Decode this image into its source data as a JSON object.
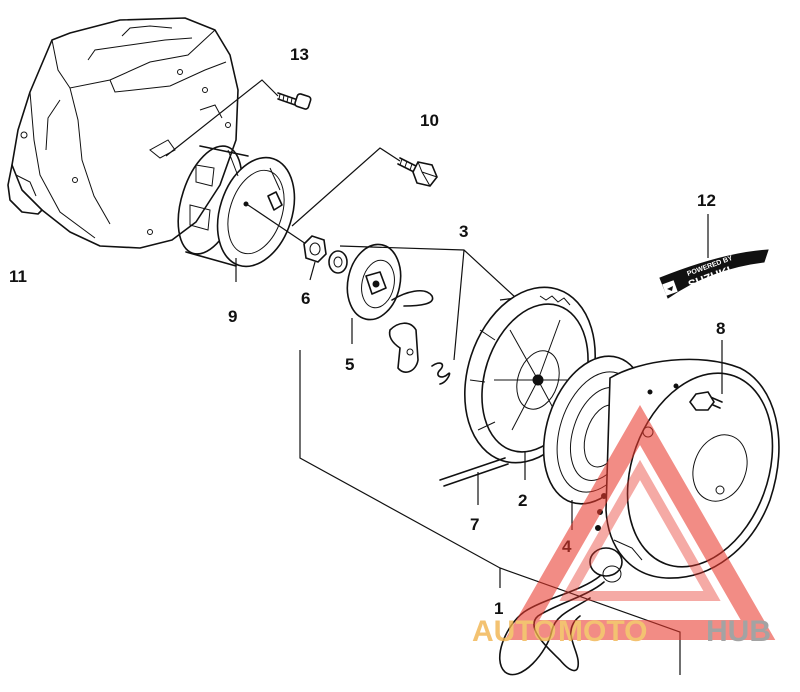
{
  "labels": {
    "p1": "1",
    "p2": "2",
    "p3": "3",
    "p4": "4",
    "p5": "5",
    "p6": "6",
    "p7": "7",
    "p8": "8",
    "p9": "9",
    "p10": "10",
    "p11": "11",
    "p12": "12",
    "p13": "13"
  },
  "emblem": {
    "line1": "POWERED BY",
    "line2": "SUZUKI"
  },
  "watermark": {
    "auto": "AUTO",
    "moto": "MOTO",
    "hub": "HUB"
  },
  "colors": {
    "ink": "#111111",
    "watermark_red": "#e8392e",
    "watermark_orange": "#f0b24a",
    "watermark_gray": "#8a8a8a"
  }
}
